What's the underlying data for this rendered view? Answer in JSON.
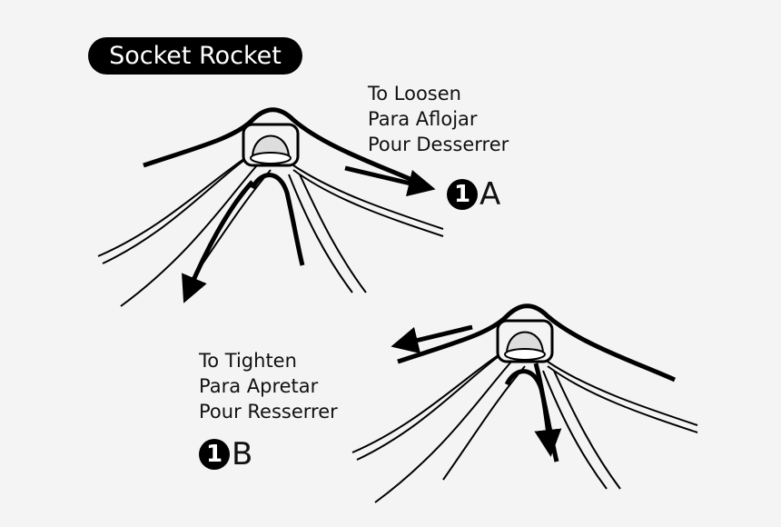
{
  "title": "Socket Rocket",
  "loosen": {
    "lines": [
      "To Loosen",
      "Para Aflojar",
      "Pour Desserrer"
    ],
    "step_number": "1",
    "step_letter": "A"
  },
  "tighten": {
    "lines": [
      "To Tighten",
      "Para Apretar",
      "Pour Resserrer"
    ],
    "step_number": "1",
    "step_letter": "B"
  }
}
